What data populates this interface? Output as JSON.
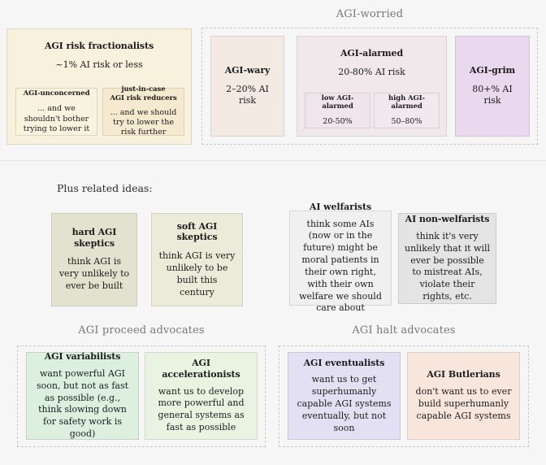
{
  "diagram": {
    "title_note": "AI risk / AGI stance taxonomy",
    "background": "#f6f6f6"
  },
  "groups": {
    "agi_worried": {
      "label": "AGI-worried"
    },
    "proceed": {
      "label": "AGI proceed advocates"
    },
    "halt": {
      "label": "AGI halt advocates"
    }
  },
  "section_labels": {
    "plus_related": "Plus related ideas:"
  },
  "top_row": {
    "fractionalists": {
      "title": "AGI risk fractionalists",
      "subtitle": "~1% AI risk or less",
      "color": "#f7f1de",
      "children": [
        {
          "title": "AGI-unconcerned",
          "text": "... and we shouldn't bother trying to lower it",
          "color": "#f8f3df"
        },
        {
          "title": "just-in-case\nAGI risk reducers",
          "title_line1": "just-in-case",
          "title_line2": "AGI risk reducers",
          "text": "... and we should try to lower the risk further",
          "color": "#f5e9cf"
        }
      ]
    },
    "wary": {
      "title": "AGI-wary",
      "subtitle": "2–20% AI risk",
      "color": "#f4eae4"
    },
    "alarmed": {
      "title": "AGI-alarmed",
      "subtitle": "20-80% AI risk",
      "color": "#f1e8ec",
      "children": [
        {
          "title": "low AGI-alarmed",
          "text": "20-50%",
          "color": "#f0e5ea"
        },
        {
          "title": "high AGI-alarmed",
          "text": "50–80%",
          "color": "#f2e9ee"
        }
      ]
    },
    "grim": {
      "title": "AGI-grim",
      "subtitle": "80+% AI risk",
      "color": "#ead8ee"
    }
  },
  "related_ideas": [
    {
      "title": "hard AGI skeptics",
      "text": "think AGI is very unlikely to ever be built",
      "color": "#e3e2cf"
    },
    {
      "title": "soft AGI skeptics",
      "text": "think AGI is very unlikely to be built this century",
      "color": "#ecebda"
    },
    {
      "title": "AI welfarists",
      "text": "think some AIs (now or in the future) might be moral patients in their own right, with their own welfare we should care about",
      "color": "#f0f0f0"
    },
    {
      "title": "AI non-welfarists",
      "text": "think it's very unlikely that it will ever be possible to mistreat AIs, violate their rights, etc.",
      "color": "#e4e4e4"
    }
  ],
  "bottom_row": {
    "proceed_cards": [
      {
        "title": "AGI variabilists",
        "text": "want powerful AGI soon, but not as fast as possible (e.g., think slowing down for safety work is good)",
        "color": "#ddf0e0"
      },
      {
        "title": "AGI accelerationists",
        "text": "want us to develop more powerful and general systems as fast as possible",
        "color": "#e9f3e2"
      }
    ],
    "halt_cards": [
      {
        "title": "AGI eventualists",
        "text": "want us to get superhumanly capable AGI systems eventually, but not soon",
        "color": "#e2e0f2"
      },
      {
        "title": "AGI Butlerians",
        "text": "don't want us to ever build superhumanly capable AGI systems",
        "color": "#f8e6dd"
      }
    ]
  }
}
